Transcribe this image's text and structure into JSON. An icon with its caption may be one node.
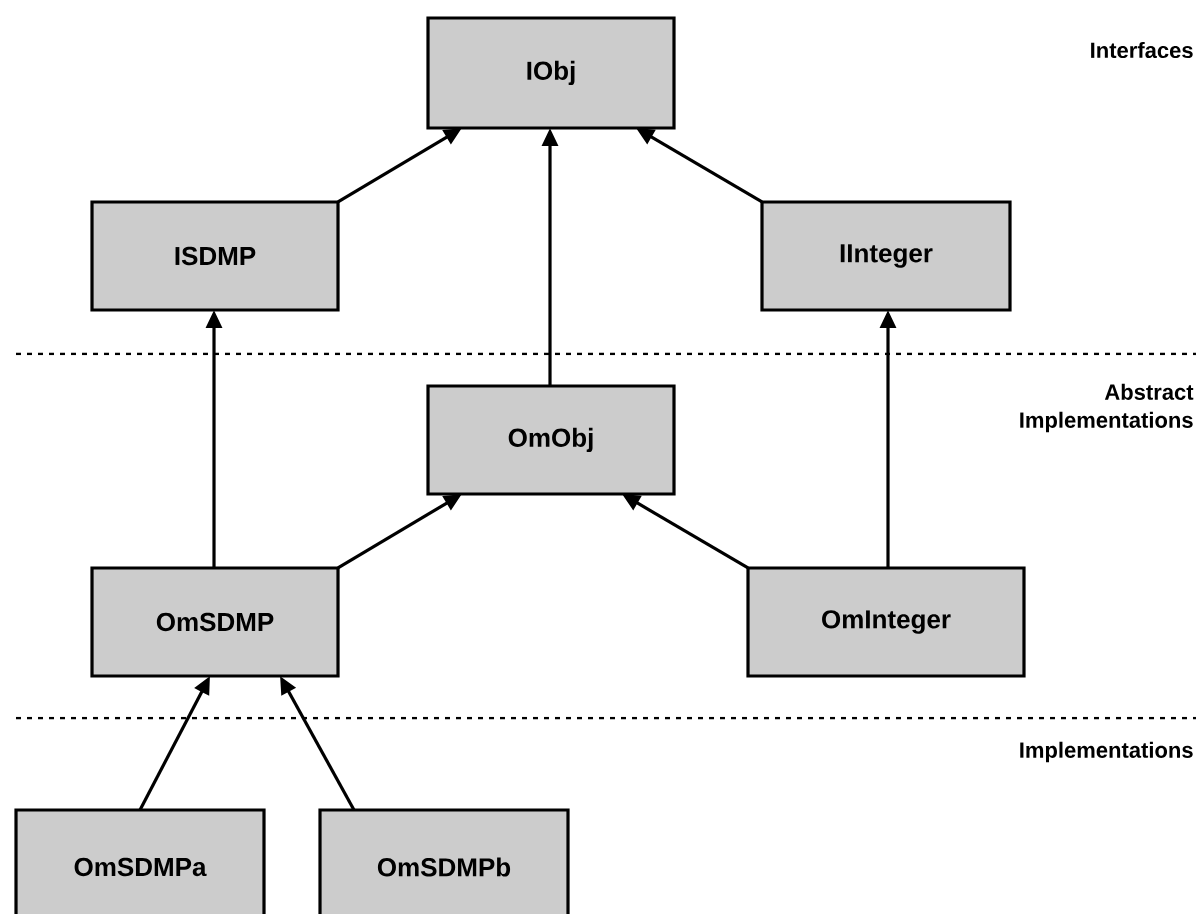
{
  "diagram": {
    "nodes": [
      {
        "text": [
          "IObj"
        ]
      },
      {
        "text": [
          "ISDMP"
        ]
      },
      {
        "text": [
          "IInteger"
        ]
      },
      {
        "text": [
          "OmObj"
        ]
      },
      {
        "text": [
          "OmSDMP"
        ]
      },
      {
        "text": [
          "OmInteger"
        ]
      },
      {
        "text": [
          "OmSDMPa"
        ]
      },
      {
        "text": [
          "OmSDMPb"
        ]
      }
    ],
    "edges": [
      {
        "from": 1,
        "to": 0,
        "arrow": "to"
      },
      {
        "from": 3,
        "to": 0,
        "arrow": "to"
      },
      {
        "from": 2,
        "to": 0,
        "arrow": "to"
      },
      {
        "from": 4,
        "to": 1,
        "arrow": "to"
      },
      {
        "from": 4,
        "to": 3,
        "arrow": "to"
      },
      {
        "from": 5,
        "to": 3,
        "arrow": "to"
      },
      {
        "from": 5,
        "to": 2,
        "arrow": "to"
      },
      {
        "from": 6,
        "to": 4,
        "arrow": "to"
      },
      {
        "from": 7,
        "to": 4,
        "arrow": "to"
      }
    ],
    "labels": [
      "Interfaces",
      "Abstract Implementations",
      "Implementations"
    ]
  }
}
